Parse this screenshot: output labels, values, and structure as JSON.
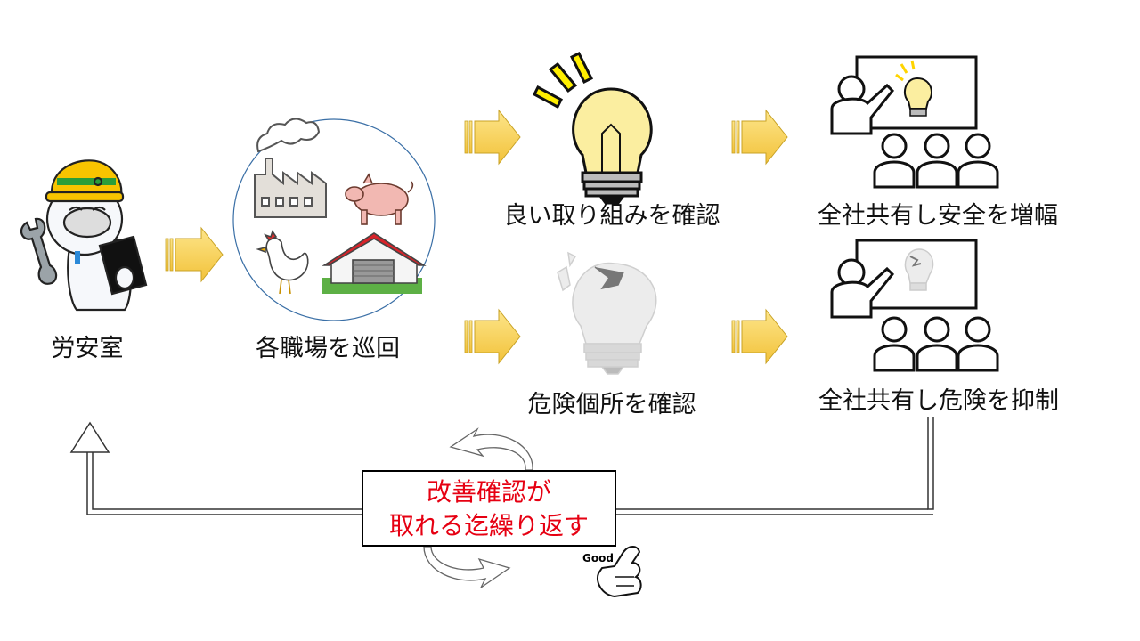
{
  "nodes": {
    "safety_office": "労安室",
    "patrol": "各職場を巡回",
    "good_practice": "良い取り組みを確認",
    "share_good": "全社共有し安全を増幅",
    "hazard": "危険個所を確認",
    "share_hazard": "全社共有し危険を抑制"
  },
  "loop": {
    "line1": "改善確認が",
    "line2": "取れる迄繰り返す"
  },
  "badge": "Good",
  "colors": {
    "arrow_fill": "#f9d65b",
    "arrow_stroke": "#c8a224",
    "loop_text": "#e60012",
    "bulb_on": "#fbeea0",
    "bulb_off": "#ececec"
  }
}
